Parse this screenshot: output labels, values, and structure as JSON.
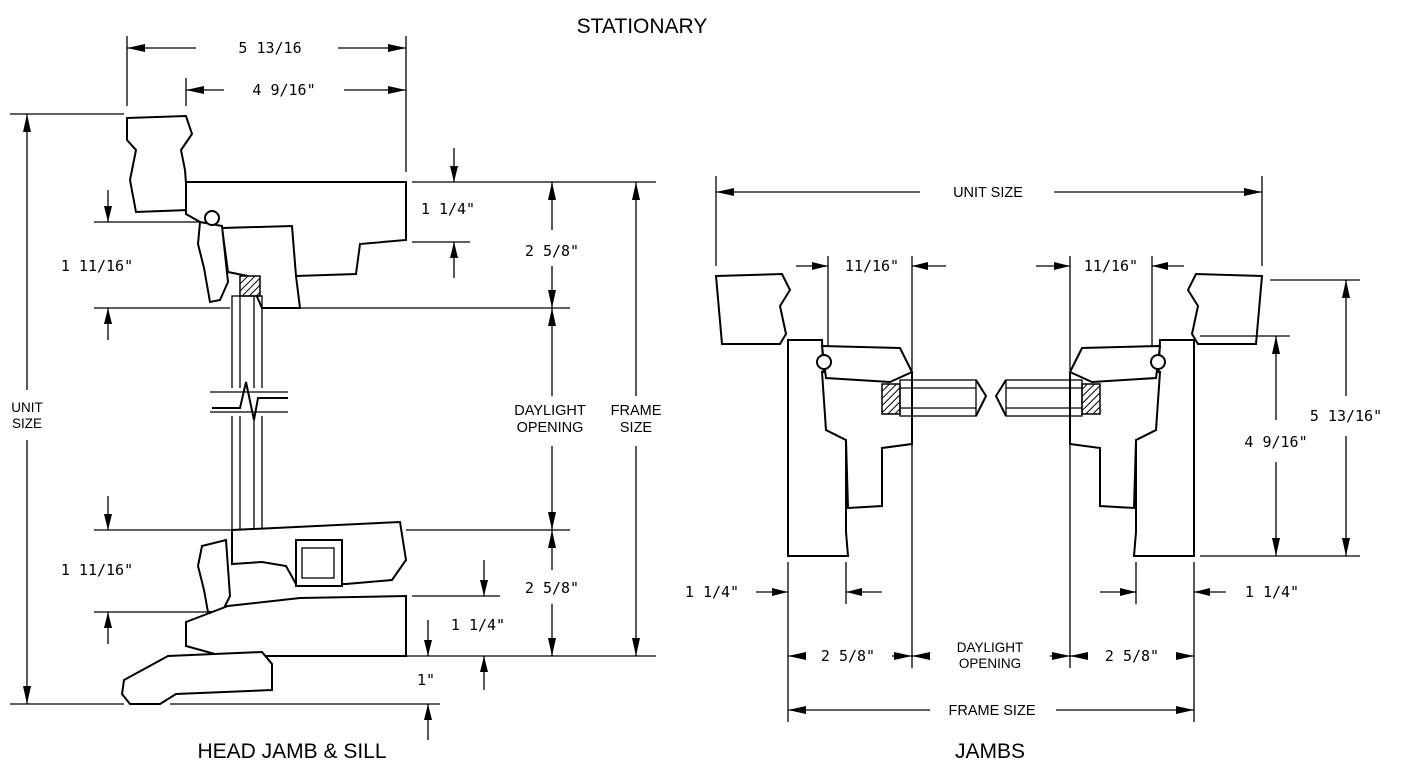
{
  "title": "STATIONARY",
  "head_sill": {
    "caption": "HEAD JAMB & SILL",
    "dims": {
      "top_overall": "5 13/16",
      "top_inner": "4 9/16\"",
      "head_reveal": "1 1/4\"",
      "head_frame": "2 5/8\"",
      "head_sash": "1 11/16\"",
      "sill_sash": "1 11/16\"",
      "sill_frame": "2 5/8\"",
      "sill_reveal": "1 1/4\"",
      "sill_nose": "1\""
    },
    "labels": {
      "unit_size_1": "UNIT",
      "unit_size_2": "SIZE",
      "daylight_1": "DAYLIGHT",
      "daylight_2": "OPENING",
      "frame_1": "FRAME",
      "frame_2": "SIZE"
    }
  },
  "jambs": {
    "caption": "JAMBS",
    "dims": {
      "unit_size": "UNIT SIZE",
      "left_sash": "11/16\"",
      "right_sash": "11/16\"",
      "overall": "5 13/16\"",
      "inner": "4 9/16\"",
      "left_reveal": "1 1/4\"",
      "right_reveal": "1 1/4\"",
      "left_frame": "2 5/8\"",
      "right_frame": "2 5/8\"",
      "daylight_1": "DAYLIGHT",
      "daylight_2": "OPENING",
      "frame_size": "FRAME SIZE"
    }
  }
}
